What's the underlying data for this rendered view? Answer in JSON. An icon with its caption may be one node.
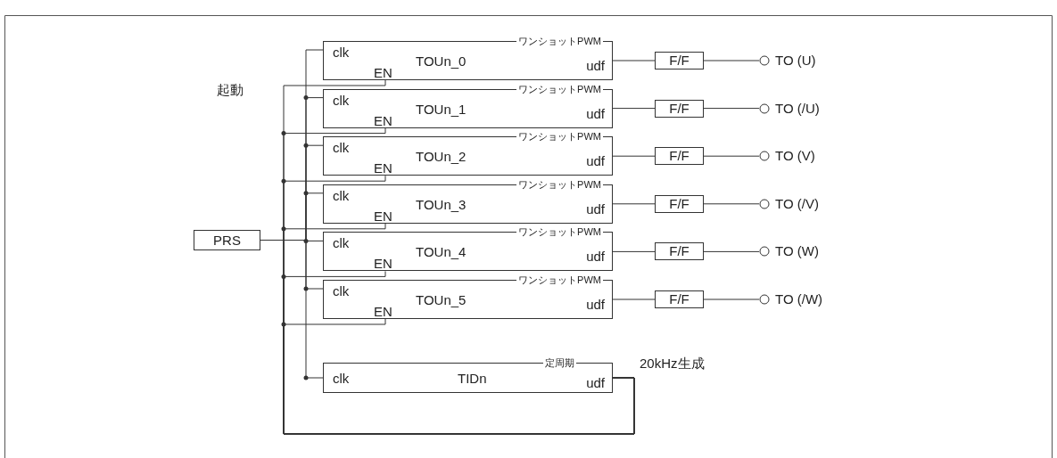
{
  "diagram": {
    "nodes": [
      {
        "text": [
          "PRS"
        ]
      },
      {
        "text": [
          "ワンショットPWM",
          "clk",
          "EN",
          "TOUn_0",
          "udf"
        ]
      },
      {
        "text": [
          "ワンショットPWM",
          "clk",
          "EN",
          "TOUn_1",
          "udf"
        ]
      },
      {
        "text": [
          "ワンショットPWM",
          "clk",
          "EN",
          "TOUn_2",
          "udf"
        ]
      },
      {
        "text": [
          "ワンショットPWM",
          "clk",
          "EN",
          "TOUn_3",
          "udf"
        ]
      },
      {
        "text": [
          "ワンショットPWM",
          "clk",
          "EN",
          "TOUn_4",
          "udf"
        ]
      },
      {
        "text": [
          "ワンショットPWM",
          "clk",
          "EN",
          "TOUn_5",
          "udf"
        ]
      },
      {
        "text": [
          "定周期",
          "clk",
          "TIDn",
          "udf"
        ],
        "beside": [
          "20kHz生成"
        ]
      },
      {
        "text": [
          "F/F"
        ]
      },
      {
        "text": [
          "F/F"
        ]
      },
      {
        "text": [
          "F/F"
        ]
      },
      {
        "text": [
          "F/F"
        ]
      },
      {
        "text": [
          "F/F"
        ]
      },
      {
        "text": [
          "F/F"
        ]
      },
      {
        "text": [
          "TO (U)"
        ]
      },
      {
        "text": [
          "TO (/U)"
        ]
      },
      {
        "text": [
          "TO (V)"
        ]
      },
      {
        "text": [
          "TO (/V)"
        ]
      },
      {
        "text": [
          "TO (W)"
        ]
      },
      {
        "text": [
          "TO (/W)"
        ]
      }
    ],
    "edges": [
      {
        "from": 0,
        "to": 1,
        "arrow": "none"
      },
      {
        "from": 0,
        "to": 2,
        "arrow": "none"
      },
      {
        "from": 0,
        "to": 3,
        "arrow": "none"
      },
      {
        "from": 0,
        "to": 4,
        "arrow": "none"
      },
      {
        "from": 0,
        "to": 5,
        "arrow": "none"
      },
      {
        "from": 0,
        "to": 6,
        "arrow": "none"
      },
      {
        "from": 0,
        "to": 7,
        "arrow": "none"
      },
      {
        "from": 7,
        "to": 1,
        "arrow": "none"
      },
      {
        "from": 7,
        "to": 2,
        "arrow": "none"
      },
      {
        "from": 7,
        "to": 3,
        "arrow": "none"
      },
      {
        "from": 7,
        "to": 4,
        "arrow": "none"
      },
      {
        "from": 7,
        "to": 5,
        "arrow": "none"
      },
      {
        "from": 7,
        "to": 6,
        "arrow": "none"
      },
      {
        "from": 1,
        "to": 8,
        "arrow": "none"
      },
      {
        "from": 2,
        "to": 9,
        "arrow": "none"
      },
      {
        "from": 3,
        "to": 10,
        "arrow": "none"
      },
      {
        "from": 4,
        "to": 11,
        "arrow": "none"
      },
      {
        "from": 5,
        "to": 12,
        "arrow": "none"
      },
      {
        "from": 6,
        "to": 13,
        "arrow": "none"
      },
      {
        "from": 8,
        "to": 14,
        "arrow": "none"
      },
      {
        "from": 9,
        "to": 15,
        "arrow": "none"
      },
      {
        "from": 10,
        "to": 16,
        "arrow": "none"
      },
      {
        "from": 11,
        "to": 17,
        "arrow": "none"
      },
      {
        "from": 12,
        "to": 18,
        "arrow": "none"
      },
      {
        "from": 13,
        "to": 19,
        "arrow": "none"
      }
    ],
    "labels": [
      "起動"
    ]
  }
}
